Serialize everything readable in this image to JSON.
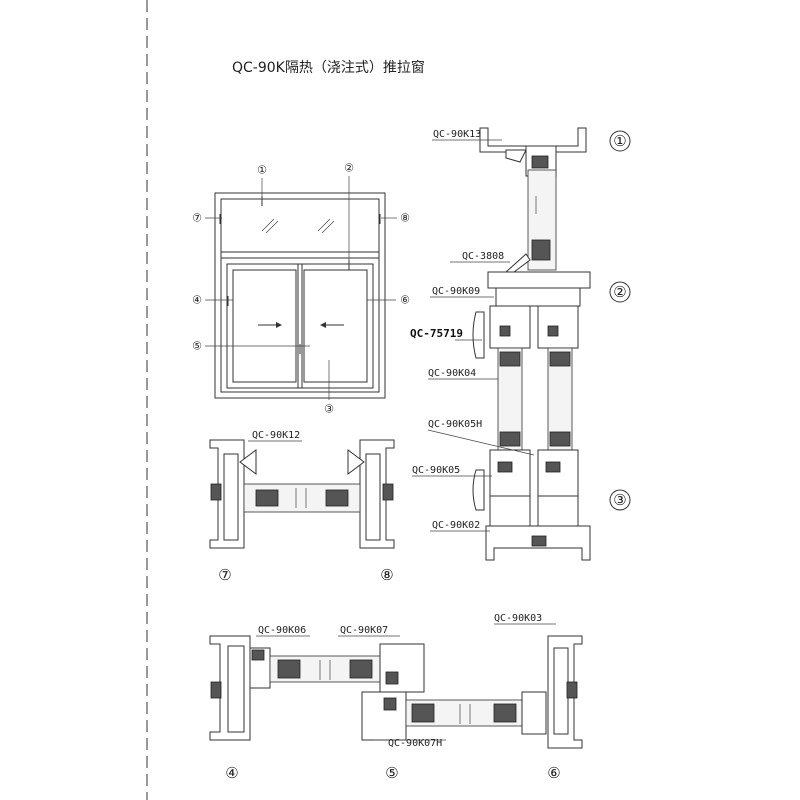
{
  "title": "QC-90K隔热（浇注式）推拉窗",
  "elevation": {
    "callouts": [
      "①",
      "②",
      "③",
      "④",
      "⑤",
      "⑥",
      "⑦",
      "⑧"
    ]
  },
  "section_labels": {
    "s1": "①",
    "s2": "②",
    "s3": "③",
    "s4": "④",
    "s5": "⑤",
    "s6": "⑥",
    "s7": "⑦",
    "s8": "⑧"
  },
  "profiles": {
    "k13": "QC-90K13",
    "p3808": "QC-3808",
    "k09": "QC-90K09",
    "p75719": "QC-75719",
    "k04": "QC-90K04",
    "k05h": "QC-90K05H",
    "k05": "QC-90K05",
    "k02": "QC-90K02",
    "k12": "QC-90K12",
    "k06": "QC-90K06",
    "k07": "QC-90K07",
    "k03": "QC-90K03",
    "k07h": "QC-90K07H"
  }
}
